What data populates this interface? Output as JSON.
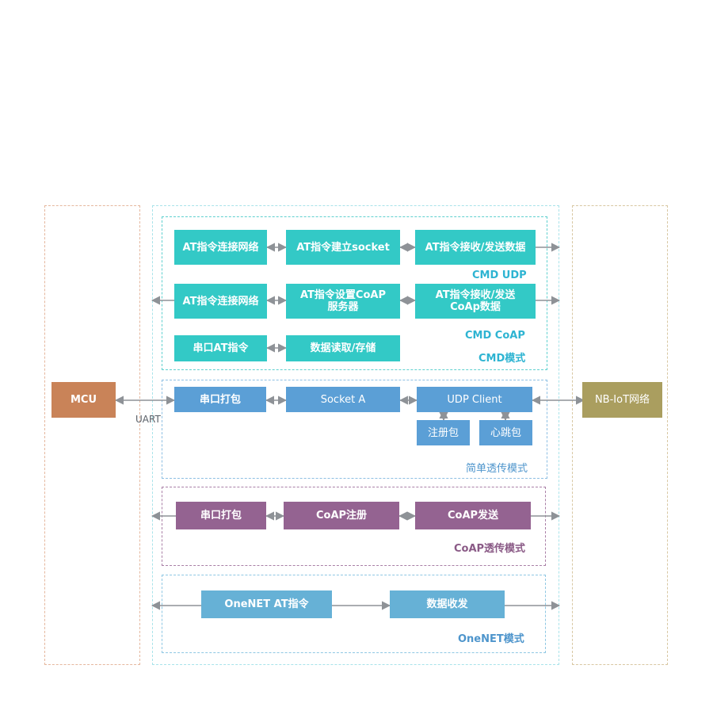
{
  "colors": {
    "teal": "#33C9C6",
    "blue": "#5B9FD6",
    "purple": "#946391",
    "sky": "#66B1D6",
    "mcu": "#C98358",
    "nbiot": "#AA9E5F",
    "teal_text": "#2EB4D2",
    "blue_text": "#4E95CC",
    "purple_text": "#8A5A86",
    "arrow": "#8E9297"
  },
  "mcu": {
    "label": "MCU",
    "interface_label": "UART"
  },
  "nbiot": {
    "label": "NB-IoT网络"
  },
  "cmd_mode": {
    "title": "CMD模式",
    "udp": {
      "label": "CMD UDP",
      "steps": [
        "AT指令连接网络",
        "AT指令建立socket",
        "AT指令接收/发送数据"
      ]
    },
    "coap": {
      "label": "CMD CoAP",
      "steps": [
        "AT指令连接网络",
        "AT指令设置CoAP\n服务器",
        "AT指令接收/发送\nCoAp数据"
      ]
    },
    "storage": {
      "steps": [
        "串口AT指令",
        "数据读取/存储"
      ]
    }
  },
  "simple_mode": {
    "title": "简单透传模式",
    "steps": [
      "串口打包",
      "Socket A",
      "UDP Client"
    ],
    "sub_steps": [
      "注册包",
      "心跳包"
    ]
  },
  "coap_mode": {
    "title": "CoAP透传模式",
    "steps": [
      "串口打包",
      "CoAP注册",
      "CoAP发送"
    ]
  },
  "onenet_mode": {
    "title": "OneNET模式",
    "steps": [
      "OneNET AT指令",
      "数据收发"
    ]
  }
}
